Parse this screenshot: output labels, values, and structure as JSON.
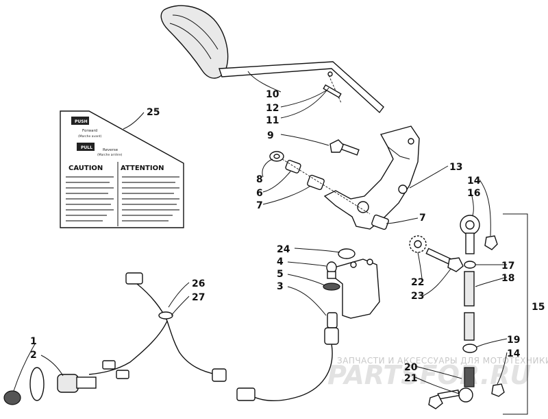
{
  "callouts": [
    "1",
    "2",
    "3",
    "4",
    "5",
    "6",
    "7",
    "7",
    "8",
    "9",
    "10",
    "11",
    "12",
    "13",
    "14",
    "14",
    "15",
    "16",
    "17",
    "18",
    "19",
    "20",
    "21",
    "22",
    "23",
    "24",
    "25",
    "26",
    "27"
  ],
  "decal": {
    "push_label": "PUSH",
    "push_caption_1": "Forward",
    "push_caption_2": "(Marche avant)",
    "pull_label": "PULL",
    "pull_caption_1": "Reverse",
    "pull_caption_2": "(Marche arrière)",
    "caution_title": "CAUTION",
    "attention_title": "ATTENTION"
  },
  "watermark": {
    "line1": "ЗАПЧАСТИ И АКСЕССУАРЫ ДЛЯ МОТОТЕХНИКИ",
    "line2": "PARTSFOR.RU"
  },
  "colors": {
    "ink": "#111111",
    "watermark": "#c8c8c8"
  }
}
